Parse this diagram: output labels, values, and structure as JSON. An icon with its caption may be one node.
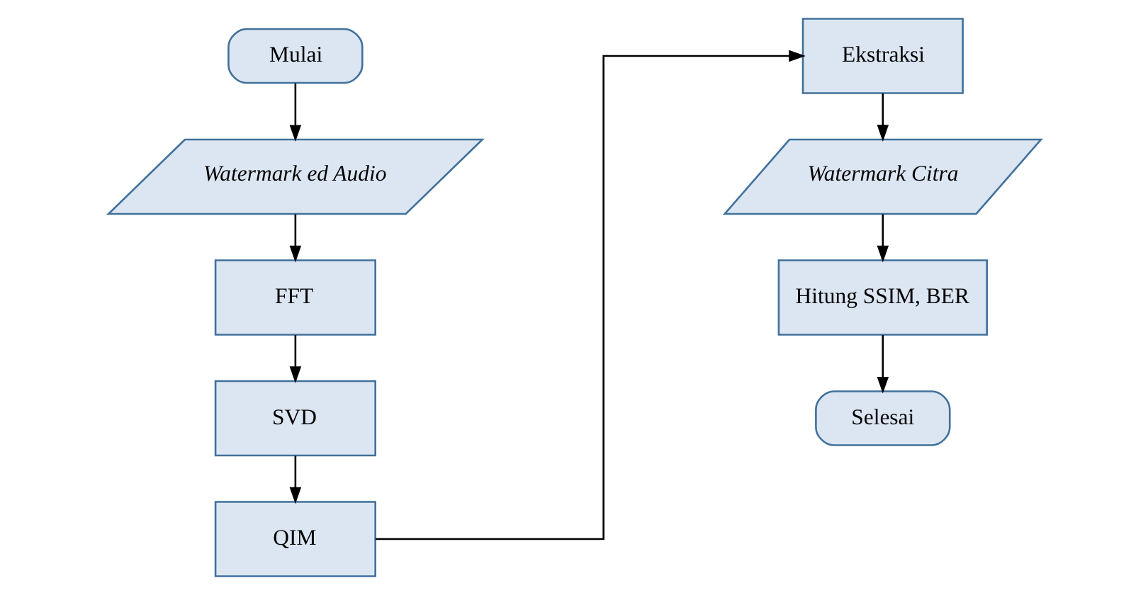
{
  "diagram": {
    "nodes": [
      {
        "text": [
          "Mulai"
        ]
      },
      {
        "text": [
          "Watermark ed Audio"
        ]
      },
      {
        "text": [
          "FFT"
        ]
      },
      {
        "text": [
          "SVD"
        ]
      },
      {
        "text": [
          "QIM"
        ]
      },
      {
        "text": [
          "Ekstraksi"
        ]
      },
      {
        "text": [
          "Watermark Citra"
        ]
      },
      {
        "text": [
          "Hitung SSIM, BER"
        ]
      },
      {
        "text": [
          "Selesai"
        ]
      }
    ],
    "edges": [
      {
        "from": 0,
        "to": 1,
        "arrow": "to"
      },
      {
        "from": 1,
        "to": 2,
        "arrow": "to"
      },
      {
        "from": 2,
        "to": 3,
        "arrow": "to"
      },
      {
        "from": 3,
        "to": 4,
        "arrow": "to"
      },
      {
        "from": 4,
        "to": 5,
        "arrow": "to"
      },
      {
        "from": 5,
        "to": 6,
        "arrow": "to"
      },
      {
        "from": 6,
        "to": 7,
        "arrow": "to"
      },
      {
        "from": 7,
        "to": 8,
        "arrow": "to"
      }
    ]
  }
}
